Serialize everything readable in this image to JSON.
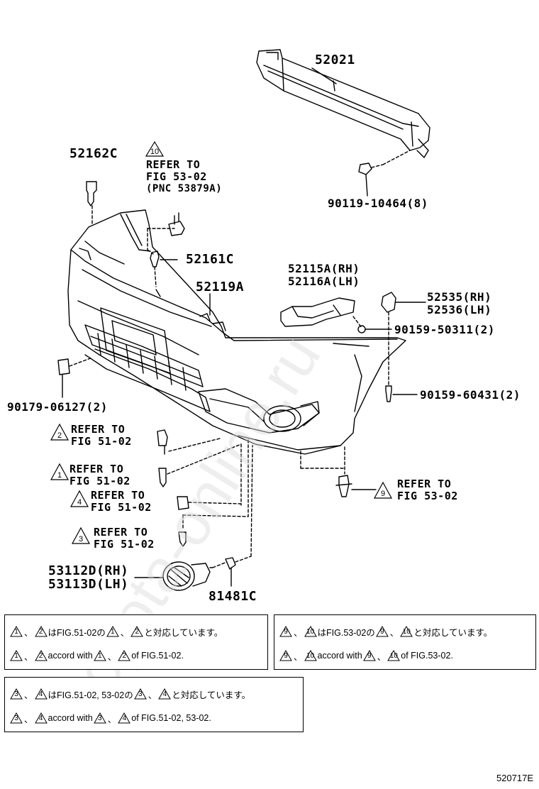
{
  "parts": {
    "p52021": "52021",
    "p52162C": "52162C",
    "p90119": "90119-10464(8)",
    "p52161C": "52161C",
    "p52119A": "52119A",
    "p52115A": "52115A(RH)",
    "p52116A": "52116A(LH)",
    "p52535": "52535(RH)",
    "p52536": "52536(LH)",
    "p90159_50311": "90159-50311(2)",
    "p90159_60431": "90159-60431(2)",
    "p90179": "90179-06127(2)",
    "p53112D": "53112D(RH)",
    "p53113D": "53113D(LH)",
    "p81481C": "81481C"
  },
  "refs": {
    "r10": {
      "num": "10",
      "line1": "REFER TO",
      "line2": "FIG 53-02",
      "line3": "(PNC 53879A)"
    },
    "r2": {
      "num": "2",
      "line1": "REFER TO",
      "line2": "FIG 51-02"
    },
    "r1": {
      "num": "1",
      "line1": "REFER TO",
      "line2": "FIG 51-02"
    },
    "r4": {
      "num": "4",
      "line1": "REFER TO",
      "line2": "FIG 51-02"
    },
    "r3": {
      "num": "3",
      "line1": "REFER TO",
      "line2": "FIG 51-02"
    },
    "r9": {
      "num": "9",
      "line1": "REFER TO",
      "line2": "FIG 53-02"
    }
  },
  "notes": {
    "box1": {
      "jp_a": "1",
      "jp_b": "2",
      "jp_mid": "はFIG.51-02の",
      "jp_c": "1",
      "jp_d": "2",
      "jp_end": "と対応しています。",
      "en_a": "1",
      "en_b": "2",
      "en_mid": "accord with",
      "en_c": "1",
      "en_d": "2",
      "en_end": "of FIG.51-02."
    },
    "box2": {
      "jp_a": "9",
      "jp_b": "10",
      "jp_mid": "はFIG.53-02の",
      "jp_c": "9",
      "jp_d": "10",
      "jp_end": "と対応しています。",
      "en_a": "9",
      "en_b": "10",
      "en_mid": "accord with",
      "en_c": "9",
      "en_d": "10",
      "en_end": "of FIG.53-02."
    },
    "box3": {
      "jp_a": "3",
      "jp_b": "4",
      "jp_mid": "はFIG.51-02, 53-02の",
      "jp_c": "3",
      "jp_d": "4",
      "jp_end": "と対応しています。",
      "en_a": "3",
      "en_b": "4",
      "en_mid": "accord with",
      "en_c": "3",
      "en_d": "4",
      "en_end": "of FIG.51-02, 53-02."
    },
    "separator": "、"
  },
  "doc_id": "520717E",
  "watermark": "toyota-online.ru"
}
